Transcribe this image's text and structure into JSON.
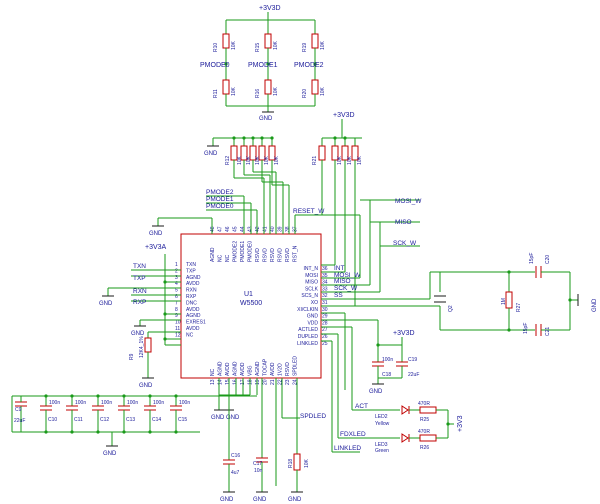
{
  "supply": {
    "v3d3": "+3V3D",
    "v3a": "+3V3A",
    "v3": "+3V3",
    "gnd": "GND"
  },
  "top_resistors": {
    "row1": [
      {
        "ref": "R10",
        "val": "10K"
      },
      {
        "ref": "R15",
        "val": "10K"
      },
      {
        "ref": "R19",
        "val": "10K"
      }
    ],
    "row2": [
      {
        "ref": "R11",
        "val": "10K"
      },
      {
        "ref": "R16",
        "val": "10K"
      },
      {
        "ref": "R20",
        "val": "10K"
      }
    ],
    "pmodes": [
      "PMODE0",
      "PMODE1",
      "PMODE2"
    ]
  },
  "pullups_left": [
    {
      "ref": "R12",
      "val": "10K"
    },
    {
      "ref": "R13",
      "val": "10K"
    },
    {
      "ref": "R14",
      "val": "10K"
    },
    {
      "ref": "R17",
      "val": "10K"
    },
    {
      "ref": "R18",
      "val": "10K"
    }
  ],
  "pullups_right": [
    {
      "ref": "R21",
      "val": "10K"
    },
    {
      "ref": "R22",
      "val": "10K"
    },
    {
      "ref": "R23",
      "val": "10K"
    },
    {
      "ref": "R24",
      "val": "10K"
    }
  ],
  "chip": {
    "ref": "U1",
    "part": "W5500",
    "left_pins": [
      {
        "num": "1",
        "name": "TXN"
      },
      {
        "num": "2",
        "name": "TXP"
      },
      {
        "num": "3",
        "name": "AGND"
      },
      {
        "num": "4",
        "name": "AVDD"
      },
      {
        "num": "5",
        "name": "RXN"
      },
      {
        "num": "6",
        "name": "RXP"
      },
      {
        "num": "7",
        "name": "DNC"
      },
      {
        "num": "8",
        "name": "AVDD"
      },
      {
        "num": "9",
        "name": "AGND"
      },
      {
        "num": "10",
        "name": "EXRES1"
      },
      {
        "num": "11",
        "name": "AVDD"
      },
      {
        "num": "12",
        "name": "NC"
      }
    ],
    "right_pins": [
      {
        "num": "36",
        "name": "INT_N"
      },
      {
        "num": "35",
        "name": "MOSI"
      },
      {
        "num": "34",
        "name": "MISO"
      },
      {
        "num": "33",
        "name": "SCLK"
      },
      {
        "num": "32",
        "name": "SCS_N"
      },
      {
        "num": "31",
        "name": "XO"
      },
      {
        "num": "30",
        "name": "XI/CLKIN"
      },
      {
        "num": "29",
        "name": "GND"
      },
      {
        "num": "28",
        "name": "VDD"
      },
      {
        "num": "27",
        "name": "ACTLED"
      },
      {
        "num": "26",
        "name": "DUPLED"
      },
      {
        "num": "25",
        "name": "LINKLED"
      }
    ],
    "top_pins": [
      "AGND",
      "NC",
      "NC",
      "PMODE2",
      "PMODE1",
      "PMODE0",
      "RSVD",
      "RSVD",
      "RSVD",
      "RSVD",
      "RSVD",
      "RST_N"
    ],
    "top_nums": [
      "48",
      "47",
      "46",
      "45",
      "44",
      "43",
      "42",
      "41",
      "40",
      "39",
      "38",
      "37"
    ],
    "bottom_pins": [
      "NC",
      "AGND",
      "AVDD",
      "AGND",
      "AVDD",
      "VBG",
      "AGND",
      "TOCAP",
      "AVDD",
      "1V2O",
      "RSVD",
      "SPDLED"
    ],
    "bottom_nums": [
      "13",
      "14",
      "15",
      "16",
      "17",
      "18",
      "19",
      "20",
      "21",
      "22",
      "23",
      "24"
    ]
  },
  "nets": {
    "txn": "TXN",
    "txp": "TXP",
    "rxn": "RXN",
    "rxp": "RXP",
    "reset": "RESET_W",
    "mosi": "MOSI_W",
    "miso": "MISO",
    "sck": "SCK_W",
    "int": "INT",
    "mosi2": "MOSI_W",
    "miso2": "MISO",
    "sck2": "SCK_W",
    "ss": "SS",
    "pm2": "PMODE2",
    "pm1": "PMODE1",
    "pm0": "PMODE0",
    "act": "ACT",
    "fdx": "FDXLED",
    "link": "LINKLED",
    "spd": "SPDLED"
  },
  "parts": {
    "r9": {
      "ref": "R9",
      "val": "12K4_1%"
    },
    "c9": {
      "ref": "C9",
      "val": "22uF"
    },
    "bypass": [
      {
        "ref": "C10",
        "val": "100n"
      },
      {
        "ref": "C11",
        "val": "100n"
      },
      {
        "ref": "C12",
        "val": "100n"
      },
      {
        "ref": "C13",
        "val": "100n"
      },
      {
        "ref": "C14",
        "val": "100n"
      },
      {
        "ref": "C15",
        "val": "100n"
      }
    ],
    "c16": {
      "ref": "C16",
      "val": "4u7"
    },
    "c17": {
      "ref": "C17",
      "val": "10n"
    },
    "r18b": {
      "ref": "R18",
      "val": "10K"
    },
    "c18": {
      "ref": "C18",
      "val": "100n"
    },
    "c19": {
      "ref": "C19",
      "val": "22uF"
    },
    "c20": {
      "ref": "C20",
      "val": "15pF"
    },
    "c21": {
      "ref": "C21",
      "val": "15pF"
    },
    "r27": {
      "ref": "R27",
      "val": "1M"
    },
    "q2": {
      "ref": "Q2"
    },
    "led2": {
      "ref": "LED2",
      "color": "Yellow"
    },
    "led3": {
      "ref": "LED3",
      "color": "Green"
    },
    "r25": {
      "ref": "R25",
      "val": "470R"
    },
    "r26": {
      "ref": "R26",
      "val": "470R"
    }
  }
}
